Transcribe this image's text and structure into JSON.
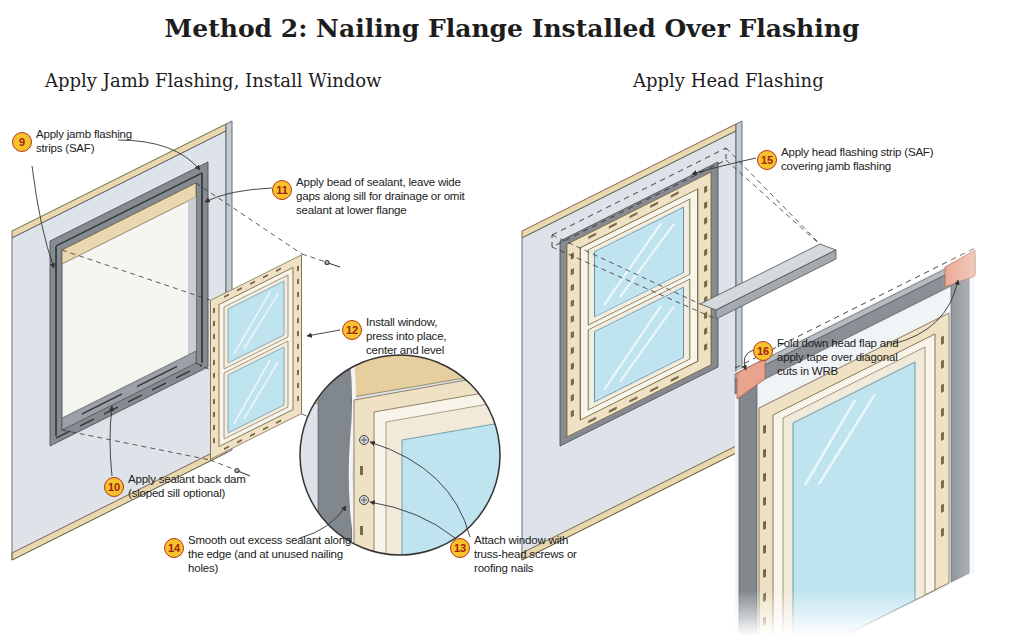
{
  "diagram": {
    "title": "Method 2: Nailing Flange Installed Over Flashing",
    "nodes": [
      {
        "text": [
          "9",
          "Apply jamb flashing strips (SAF)"
        ]
      },
      {
        "text": [
          "10",
          "Apply sealant back dam (sloped sill optional)"
        ]
      },
      {
        "text": [
          "11",
          "Apply bead of sealant, leave wide gaps along sill for drainage or omit sealant at lower flange"
        ]
      },
      {
        "text": [
          "12",
          "Install window, press into place, center and level"
        ]
      },
      {
        "text": [
          "13",
          "Attach window with truss-head screws or roofing nails"
        ]
      },
      {
        "text": [
          "14",
          "Smooth out excess sealant along the edge (and at unused nailing holes)"
        ]
      },
      {
        "text": [
          "15",
          "Apply head flashing strip (SAF) covering jamb flashing"
        ]
      },
      {
        "text": [
          "16",
          "Fold down head flap and apply tape over diagonal cuts in WRB"
        ]
      }
    ],
    "labels": [
      "Apply Jamb Flashing, Install Window",
      "Apply Head Flashing"
    ]
  }
}
